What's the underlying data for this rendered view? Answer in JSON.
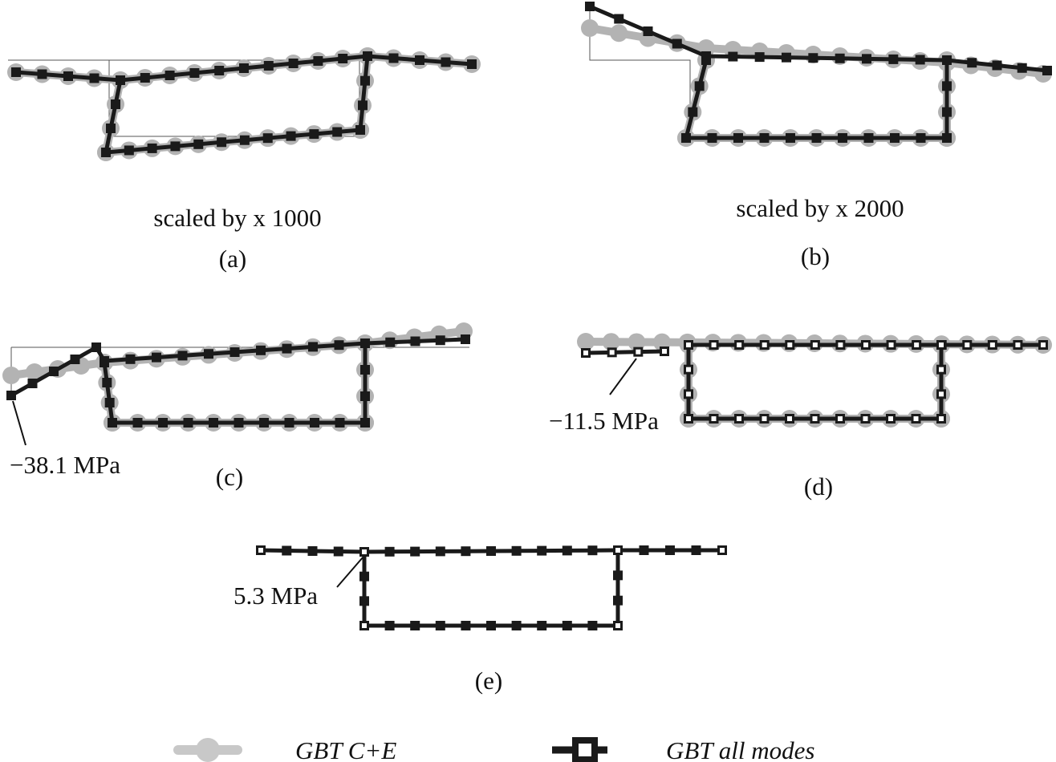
{
  "panels": {
    "a": {
      "scale_label": "scaled by x 1000",
      "caption": "(a)"
    },
    "b": {
      "scale_label": "scaled by x 2000",
      "caption": "(b)"
    },
    "c": {
      "caption": "(c)",
      "annotation": "−38.1 MPa"
    },
    "d": {
      "caption": "(d)",
      "annotation": "−11.5 MPa"
    },
    "e": {
      "caption": "(e)",
      "annotation": "5.3 MPa"
    }
  },
  "legend": {
    "series": [
      {
        "name": "GBT C+E",
        "color": "#b3b3b3",
        "marker": "circle"
      },
      {
        "name": "GBT all modes",
        "color": "#1a1a1a",
        "marker": "square"
      }
    ]
  },
  "colors": {
    "gbt_ce": "#b3b3b3",
    "gbt_all": "#1a1a1a",
    "reference": "#555555"
  }
}
